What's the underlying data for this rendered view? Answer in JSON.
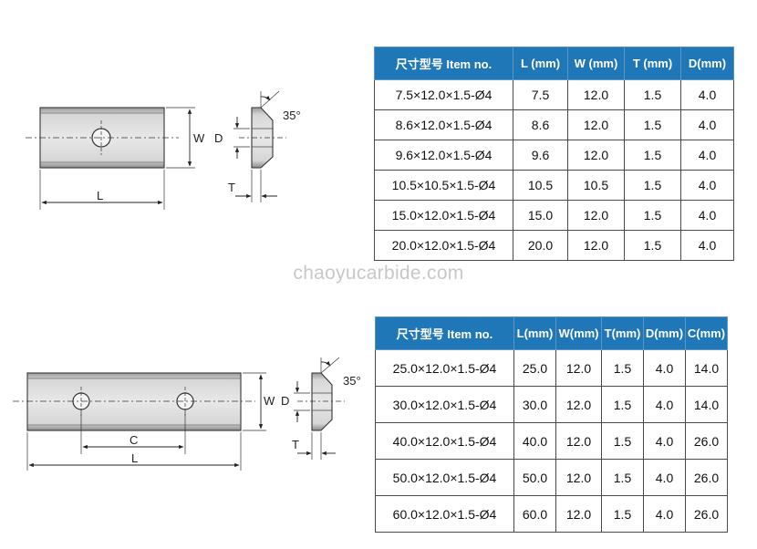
{
  "watermark": "chaoyucarbide.com",
  "table1": {
    "headers": [
      "尺寸型号 Item no.",
      "L (mm)",
      "W (mm)",
      "T (mm)",
      "D(mm)"
    ],
    "rows": [
      [
        "7.5×12.0×1.5-Ø4",
        "7.5",
        "12.0",
        "1.5",
        "4.0"
      ],
      [
        "8.6×12.0×1.5-Ø4",
        "8.6",
        "12.0",
        "1.5",
        "4.0"
      ],
      [
        "9.6×12.0×1.5-Ø4",
        "9.6",
        "12.0",
        "1.5",
        "4.0"
      ],
      [
        "10.5×10.5×1.5-Ø4",
        "10.5",
        "10.5",
        "1.5",
        "4.0"
      ],
      [
        "15.0×12.0×1.5-Ø4",
        "15.0",
        "12.0",
        "1.5",
        "4.0"
      ],
      [
        "20.0×12.0×1.5-Ø4",
        "20.0",
        "12.0",
        "1.5",
        "4.0"
      ]
    ]
  },
  "table2": {
    "headers": [
      "尺寸型号 Item no.",
      "L(mm)",
      "W(mm)",
      "T(mm)",
      "D(mm)",
      "C(mm)"
    ],
    "rows": [
      [
        "25.0×12.0×1.5-Ø4",
        "25.0",
        "12.0",
        "1.5",
        "4.0",
        "14.0"
      ],
      [
        "30.0×12.0×1.5-Ø4",
        "30.0",
        "12.0",
        "1.5",
        "4.0",
        "14.0"
      ],
      [
        "40.0×12.0×1.5-Ø4",
        "40.0",
        "12.0",
        "1.5",
        "4.0",
        "26.0"
      ],
      [
        "50.0×12.0×1.5-Ø4",
        "50.0",
        "12.0",
        "1.5",
        "4.0",
        "26.0"
      ],
      [
        "60.0×12.0×1.5-Ø4",
        "60.0",
        "12.0",
        "1.5",
        "4.0",
        "26.0"
      ]
    ]
  },
  "diagram1": {
    "angle": "35°",
    "W": "W",
    "D": "D",
    "L": "L",
    "T": "T"
  },
  "diagram2": {
    "angle": "35°",
    "W": "W",
    "D": "D",
    "L": "L",
    "T": "T",
    "C": "C"
  }
}
